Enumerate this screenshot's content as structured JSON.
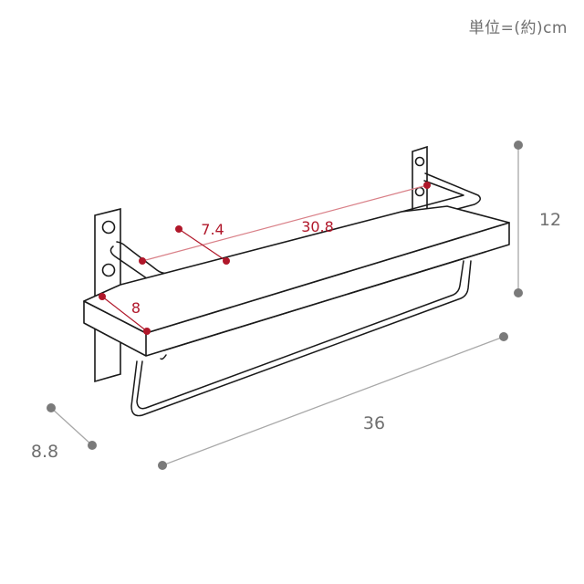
{
  "unit_label": "単位=(約)cm",
  "colors": {
    "outline": "#1a1a1a",
    "dimension_red": "#b0172a",
    "dimension_red_line": "#d98088",
    "dimension_gray": "#7a7a7a",
    "dimension_gray_line": "#a8a8a8"
  },
  "dimensions": {
    "inner_rail_depth": "7.4",
    "inner_rail_length": "30.8",
    "shelf_depth": "8",
    "height": "12",
    "overall_depth": "8.8",
    "overall_width": "36"
  }
}
